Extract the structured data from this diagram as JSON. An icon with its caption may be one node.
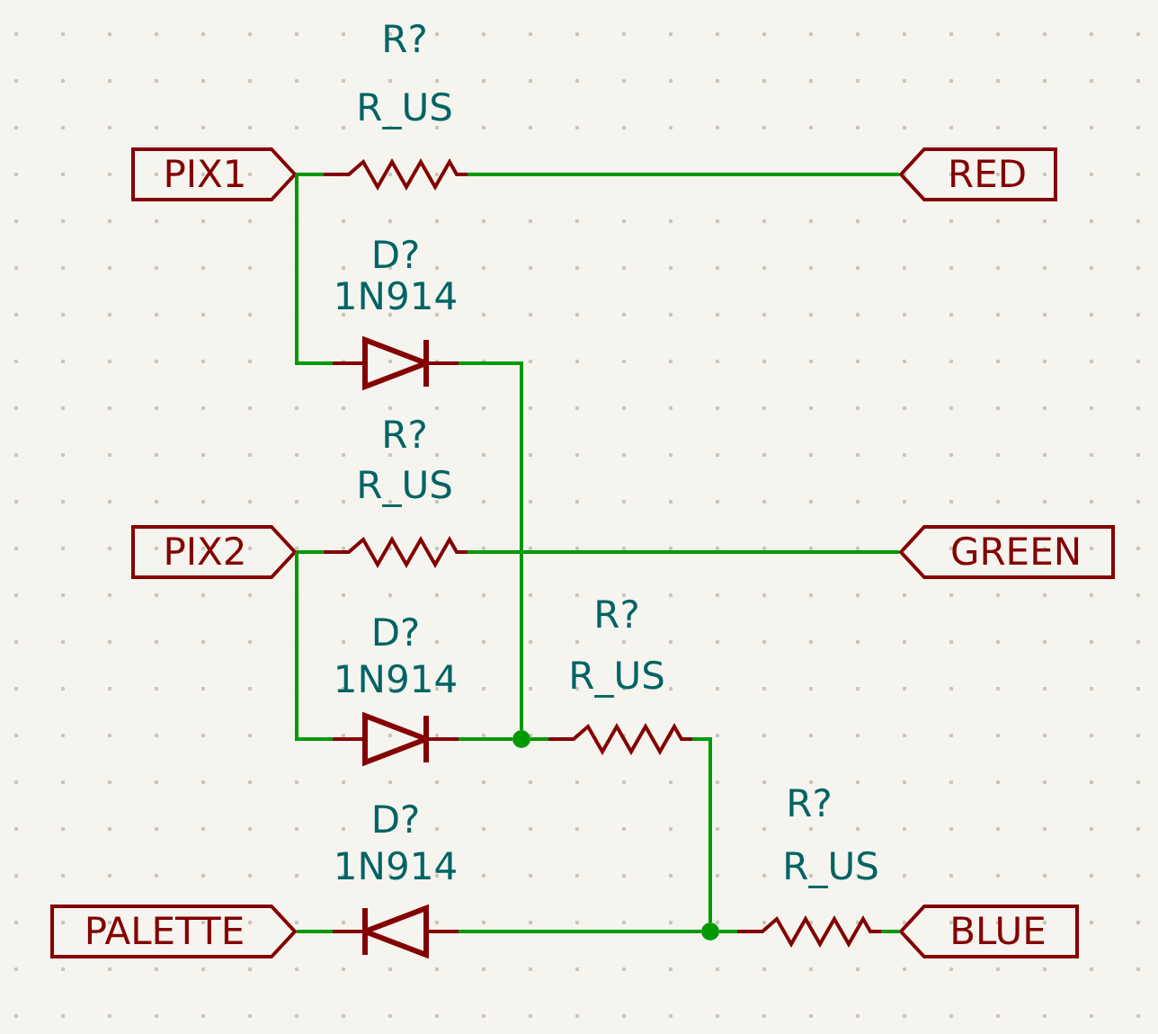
{
  "diagram": {
    "nodes": [
      {
        "text": [
          "PIX1"
        ]
      },
      {
        "text": [
          "R?",
          "R_US"
        ]
      },
      {
        "text": [
          "RED"
        ]
      },
      {
        "text": [
          "D?",
          "1N914"
        ]
      },
      {
        "text": [
          "PIX2"
        ]
      },
      {
        "text": [
          "R?",
          "R_US"
        ]
      },
      {
        "text": [
          "GREEN"
        ]
      },
      {
        "text": [
          "D?",
          "1N914"
        ]
      },
      {
        "text": [
          "R?",
          "R_US"
        ]
      },
      {
        "text": [
          "PALETTE"
        ]
      },
      {
        "text": [
          "D?",
          "1N914"
        ]
      },
      {
        "text": [
          "R?",
          "R_US"
        ]
      },
      {
        "text": [
          "BLUE"
        ]
      },
      {
        "text": [],
        "shape": "dot"
      },
      {
        "text": [],
        "shape": "dot"
      }
    ],
    "edges": [
      {
        "from": 0,
        "to": 1,
        "arrow": "none"
      },
      {
        "from": 1,
        "to": 2,
        "arrow": "none"
      },
      {
        "from": 0,
        "to": 3,
        "arrow": "none"
      },
      {
        "from": 3,
        "to": 13,
        "arrow": "none"
      },
      {
        "from": 4,
        "to": 5,
        "arrow": "none"
      },
      {
        "from": 5,
        "to": 6,
        "arrow": "none"
      },
      {
        "from": 4,
        "to": 7,
        "arrow": "none"
      },
      {
        "from": 7,
        "to": 13,
        "arrow": "none"
      },
      {
        "from": 13,
        "to": 8,
        "arrow": "none"
      },
      {
        "from": 8,
        "to": 14,
        "arrow": "none"
      },
      {
        "from": 10,
        "to": 14,
        "arrow": "none"
      },
      {
        "from": 9,
        "to": 10,
        "arrow": "none"
      },
      {
        "from": 14,
        "to": 11,
        "arrow": "none"
      },
      {
        "from": 11,
        "to": 12,
        "arrow": "none"
      }
    ]
  }
}
